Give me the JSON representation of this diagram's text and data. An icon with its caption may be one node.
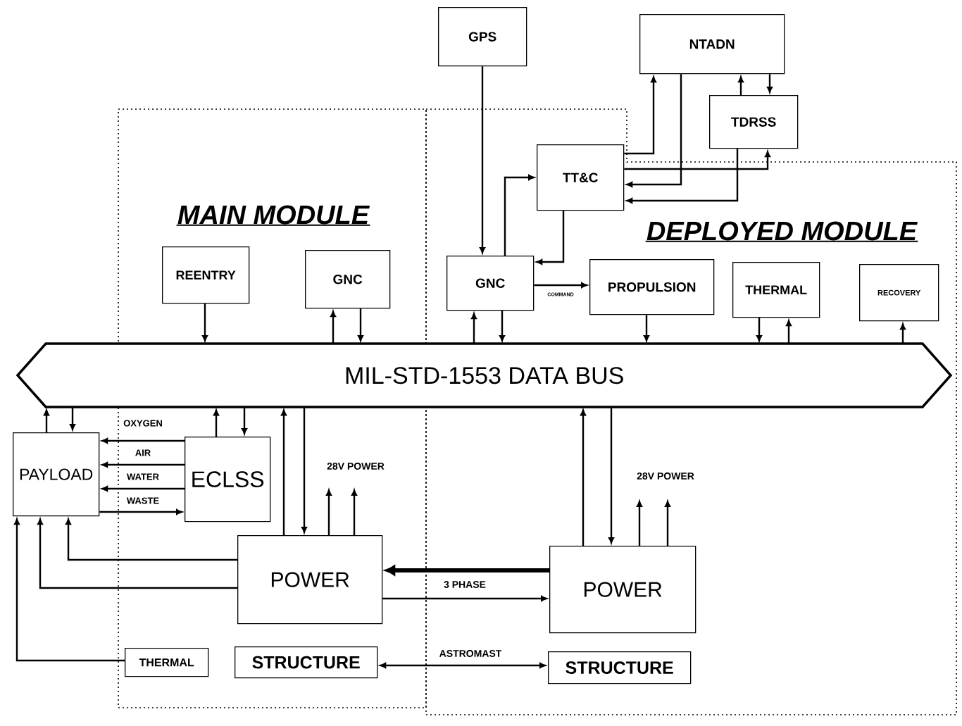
{
  "diagram": {
    "nodes": [
      {
        "text": [
          "MAIN MODULE"
        ]
      },
      {
        "text": [
          "DEPLOYED MODULE"
        ]
      },
      {
        "text": [
          "GPS"
        ]
      },
      {
        "text": [
          "NTADN"
        ]
      },
      {
        "text": [
          "TDRSS"
        ]
      },
      {
        "text": [
          "TT&C"
        ],
        "in": 1
      },
      {
        "text": [
          "REENTRY"
        ],
        "in": 0
      },
      {
        "text": [
          "GNC"
        ],
        "in": 0
      },
      {
        "text": [
          "GNC"
        ],
        "in": 1
      },
      {
        "text": [
          "PROPULSION"
        ],
        "in": 1
      },
      {
        "text": [
          "THERMAL"
        ],
        "in": 1
      },
      {
        "text": [
          "RECOVERY"
        ],
        "in": 1
      },
      {
        "text": [
          "MIL-STD-1553 DATA BUS"
        ]
      },
      {
        "text": [
          "PAYLOAD"
        ]
      },
      {
        "text": [
          "ECLSS"
        ],
        "in": 0
      },
      {
        "text": [
          "POWER"
        ],
        "in": 0
      },
      {
        "text": [
          "POWER"
        ],
        "in": 1
      },
      {
        "text": [
          "THERMAL"
        ],
        "in": 0
      },
      {
        "text": [
          "STRUCTURE"
        ],
        "in": 0
      },
      {
        "text": [
          "STRUCTURE"
        ],
        "in": 1
      }
    ],
    "edges": [
      {
        "from": 2,
        "to": 8,
        "arrow": "to"
      },
      {
        "from": 5,
        "to": 3,
        "arrow": "to"
      },
      {
        "from": 3,
        "to": 5,
        "arrow": "to"
      },
      {
        "from": 5,
        "to": 4,
        "arrow": "to"
      },
      {
        "from": 4,
        "to": 5,
        "arrow": "to"
      },
      {
        "from": 3,
        "to": 4,
        "arrow": "to"
      },
      {
        "from": 4,
        "to": 3,
        "arrow": "to"
      },
      {
        "from": 5,
        "to": 8,
        "arrow": "to"
      },
      {
        "from": 8,
        "to": 5,
        "arrow": "to"
      },
      {
        "from": 8,
        "to": 9,
        "arrow": "to",
        "label": "COMMAND"
      },
      {
        "from": 6,
        "to": 12,
        "arrow": "to"
      },
      {
        "from": 12,
        "to": 7,
        "arrow": "to"
      },
      {
        "from": 7,
        "to": 12,
        "arrow": "to"
      },
      {
        "from": 12,
        "to": 8,
        "arrow": "to"
      },
      {
        "from": 8,
        "to": 12,
        "arrow": "to"
      },
      {
        "from": 9,
        "to": 12,
        "arrow": "to"
      },
      {
        "from": 10,
        "to": 12,
        "arrow": "to"
      },
      {
        "from": 12,
        "to": 10,
        "arrow": "to"
      },
      {
        "from": 12,
        "to": 11,
        "arrow": "to"
      },
      {
        "from": 13,
        "to": 12,
        "arrow": "to"
      },
      {
        "from": 12,
        "to": 13,
        "arrow": "to"
      },
      {
        "from": 14,
        "to": 13,
        "arrow": "to",
        "label": "OXYGEN"
      },
      {
        "from": 14,
        "to": 13,
        "arrow": "to",
        "label": "AIR"
      },
      {
        "from": 14,
        "to": 13,
        "arrow": "to",
        "label": "WATER"
      },
      {
        "from": 13,
        "to": 14,
        "arrow": "to",
        "label": "WASTE"
      },
      {
        "from": 14,
        "to": 12,
        "arrow": "to"
      },
      {
        "from": 12,
        "to": 14,
        "arrow": "to"
      },
      {
        "from": 15,
        "to": 12,
        "arrow": "to"
      },
      {
        "from": 12,
        "to": 15,
        "arrow": "to"
      },
      {
        "from": 15,
        "to": null,
        "arrow": "to"
      },
      {
        "from": 15,
        "to": null,
        "arrow": "to"
      },
      {
        "from": 16,
        "to": 12,
        "arrow": "to"
      },
      {
        "from": 12,
        "to": 16,
        "arrow": "to"
      },
      {
        "from": 16,
        "to": null,
        "arrow": "to"
      },
      {
        "from": 16,
        "to": null,
        "arrow": "to"
      },
      {
        "from": 15,
        "to": 13,
        "arrow": "to"
      },
      {
        "from": 15,
        "to": 13,
        "arrow": "to"
      },
      {
        "from": 17,
        "to": 13,
        "arrow": "to"
      },
      {
        "from": 16,
        "to": 15,
        "arrow": "to",
        "style": "thick",
        "label": "3 PHASE"
      },
      {
        "from": 15,
        "to": 16,
        "arrow": "to"
      },
      {
        "from": 18,
        "to": 19,
        "arrow": "both",
        "label": "ASTROMAST"
      }
    ],
    "labels": [
      "28V POWER",
      "28V POWER"
    ]
  }
}
